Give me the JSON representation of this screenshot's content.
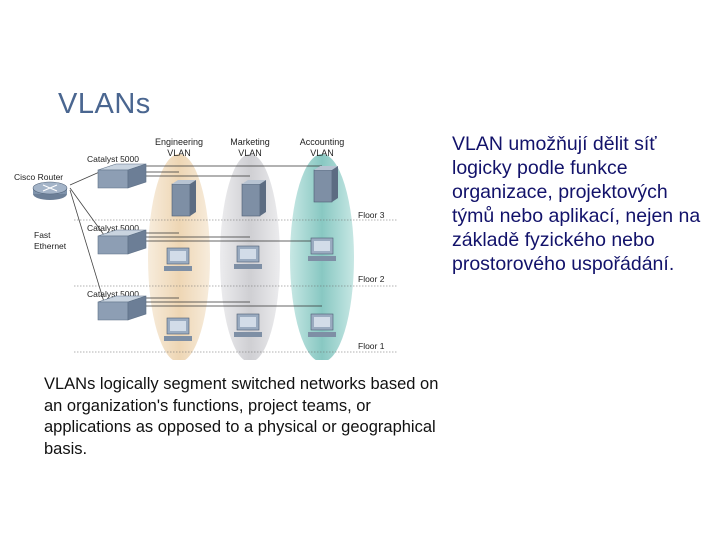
{
  "slide": {
    "title": "VLANs",
    "right_text": "VLAN umožňují dělit síť logicky podle funkce organizace, projektových týmů nebo aplikací, nejen na základě fyzického nebo prostorového uspořádání.",
    "caption": "VLANs logically segment switched networks based on an organization's functions, project teams, or applications as opposed to a physical or geographical basis."
  },
  "diagram": {
    "vlans": [
      {
        "line1": "Engineering",
        "line2": "VLAN",
        "color": "#f2dfc6"
      },
      {
        "line1": "Marketing",
        "line2": "VLAN",
        "color": "#dddde0"
      },
      {
        "line1": "Accounting",
        "line2": "VLAN",
        "color": "#a8d6d2"
      }
    ],
    "switches": [
      "Catalyst 5000",
      "Catalyst 5000",
      "Catalyst 5000"
    ],
    "router_label": "Cisco Router",
    "link_label_1": "Fast",
    "link_label_2": "Ethernet",
    "floors": [
      "Floor 3",
      "Floor 2",
      "Floor 1"
    ]
  }
}
